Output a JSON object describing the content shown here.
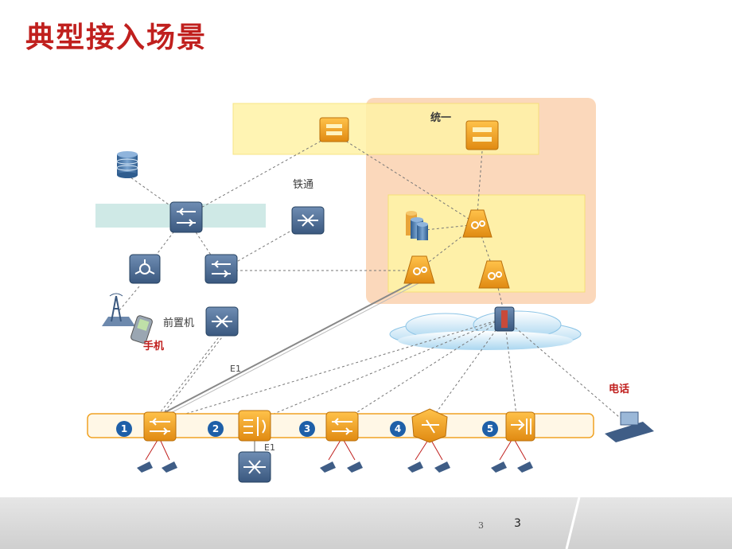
{
  "title": "典型接入场景",
  "labels": {
    "unified": "统一",
    "tietong": "铁通",
    "frontend": "前置机",
    "mobile": "手机",
    "phone": "电话",
    "e1_a": "E1",
    "e1_b": "E1"
  },
  "bus_numbers": [
    "1",
    "2",
    "3",
    "4",
    "5"
  ],
  "page": {
    "small": "3",
    "large": "3"
  },
  "colors": {
    "title_red": "#c0201e",
    "orange_zone": "#fbd4b4",
    "yellow_zone": "#fff3a6",
    "teal_band": "#cfe9e6",
    "device_orange": "#f0a223",
    "device_blue": "#4a6c96",
    "bus_blue": "#1e5fa8"
  },
  "icons": [
    "server-icon",
    "router-icon",
    "switch-icon",
    "database-icon",
    "cell-tower-icon",
    "mobile-phone-icon",
    "telephone-icon",
    "firewall-icon",
    "cloud-icon",
    "gear-device-icon"
  ]
}
